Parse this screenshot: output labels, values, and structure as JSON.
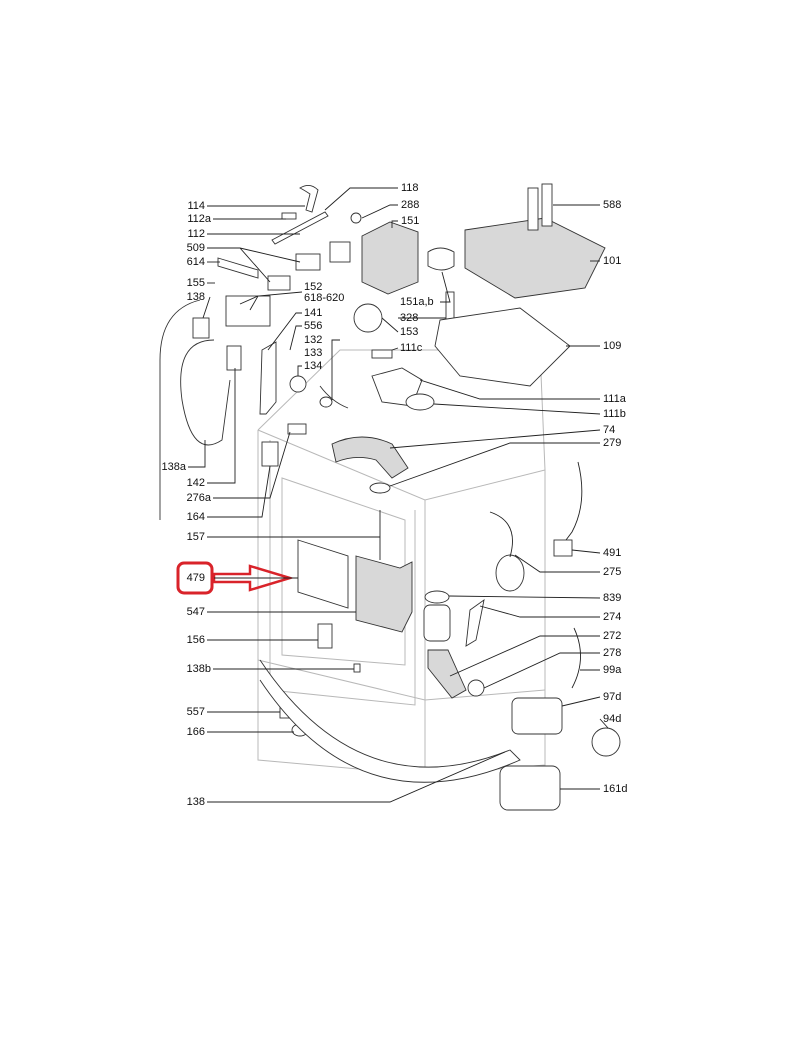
{
  "diagram": {
    "highlight_color": "#d9232a",
    "highlighted_part": "479",
    "labels": {
      "p114": "114",
      "p112a": "112a",
      "p112": "112",
      "p509": "509",
      "p614": "614",
      "p155": "155",
      "p138_top": "138",
      "p138a": "138a",
      "p142": "142",
      "p276a": "276a",
      "p164": "164",
      "p157": "157",
      "p479": "479",
      "p547": "547",
      "p156": "156",
      "p138b": "138b",
      "p557": "557",
      "p166": "166",
      "p138_bottom": "138",
      "p118": "118",
      "p288": "288",
      "p151": "151",
      "p152": "152",
      "p618_620": "618-620",
      "p141": "141",
      "p556": "556",
      "p132": "132",
      "p133": "133",
      "p134": "134",
      "p151ab": "151a,b",
      "p328": "328",
      "p153": "153",
      "p111c": "111c",
      "p588": "588",
      "p101": "101",
      "p109": "109",
      "p111a": "111a",
      "p111b": "111b",
      "p74": "74",
      "p279": "279",
      "p491": "491",
      "p275": "275",
      "p839": "839",
      "p274": "274",
      "p272": "272",
      "p278": "278",
      "p99a": "99a",
      "p97d": "97d",
      "p94d": "94d",
      "p161d": "161d"
    }
  }
}
